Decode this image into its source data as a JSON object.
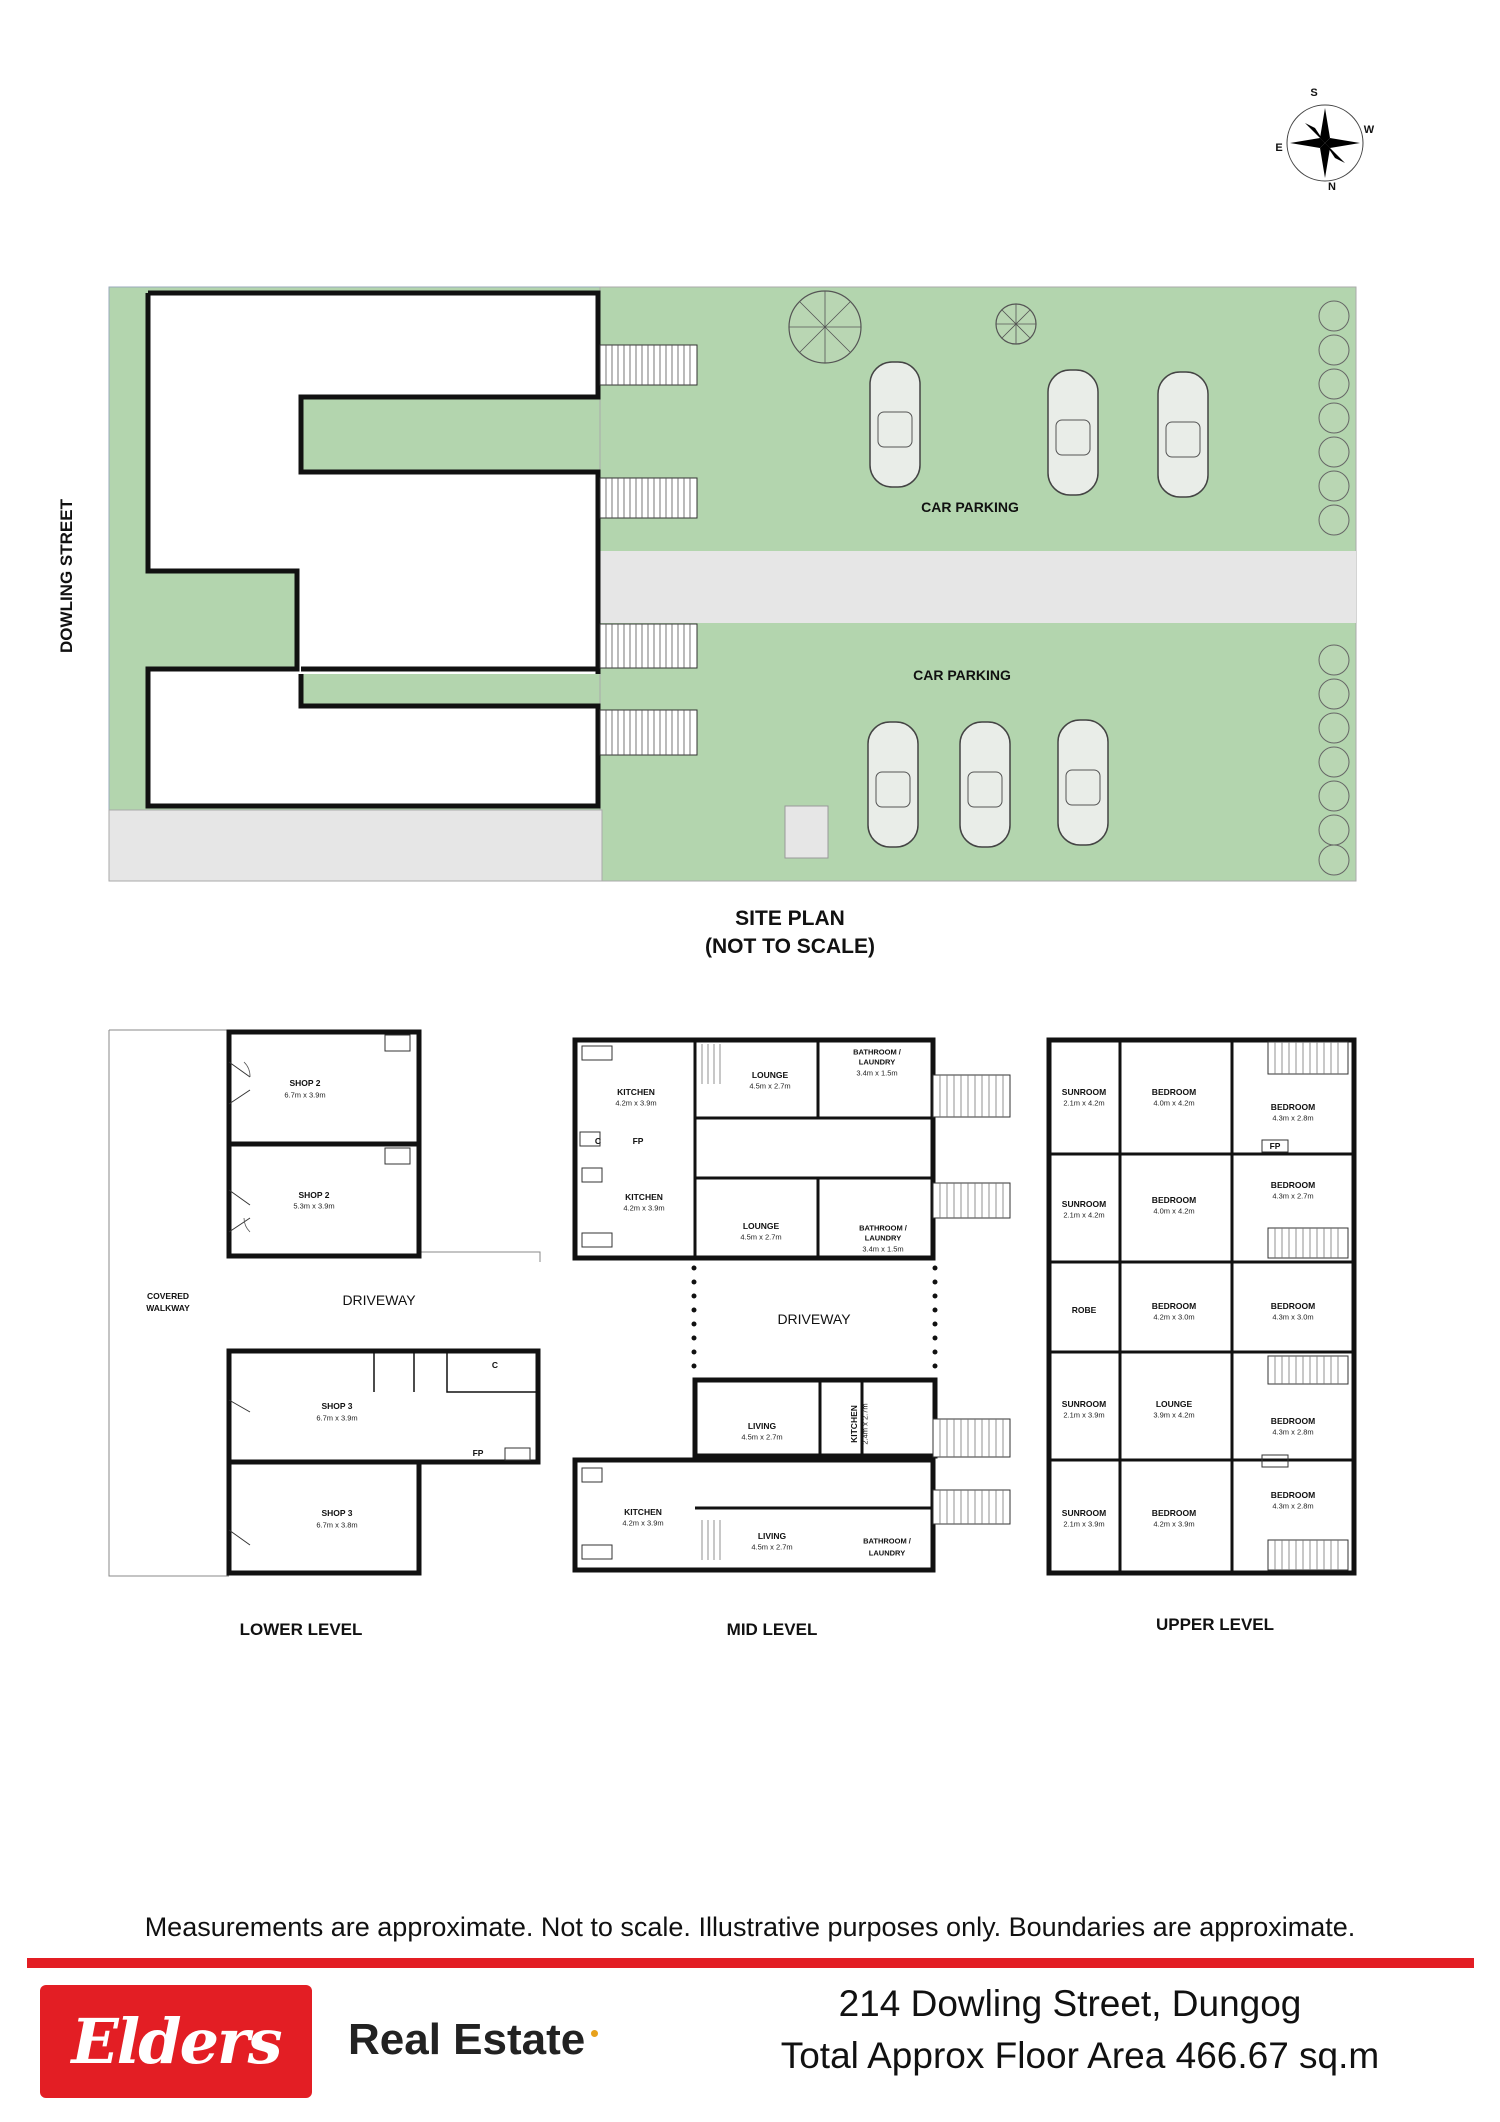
{
  "compass": {
    "n": "N",
    "s": "S",
    "e": "E",
    "w": "W"
  },
  "site_plan": {
    "street": "DOWLING STREET",
    "car_parking_1": "CAR PARKING",
    "car_parking_2": "CAR PARKING",
    "title_line1": "SITE PLAN",
    "title_line2": "(NOT TO SCALE)"
  },
  "lower_level": {
    "title": "LOWER LEVEL",
    "covered_walkway_1": "COVERED",
    "covered_walkway_2": "WALKWAY",
    "driveway": "DRIVEWAY",
    "rooms": [
      {
        "name": "SHOP 2",
        "dim": "6.7m x 3.9m"
      },
      {
        "name": "SHOP 2",
        "dim": "5.3m x 3.9m"
      },
      {
        "name": "SHOP 3",
        "dim": "6.7m x 3.9m"
      },
      {
        "name": "SHOP 3",
        "dim": "6.7m x 3.8m"
      }
    ],
    "c": "C",
    "fp": "FP"
  },
  "mid_level": {
    "title": "MID LEVEL",
    "driveway": "DRIVEWAY",
    "rooms": [
      {
        "name": "KITCHEN",
        "dim": "4.2m x 3.9m"
      },
      {
        "name": "LOUNGE",
        "dim": "4.5m x 2.7m"
      },
      {
        "name": "BATHROOM /",
        "name2": "LAUNDRY",
        "dim": "3.4m x 1.5m"
      },
      {
        "name": "KITCHEN",
        "dim": "4.2m x 3.9m"
      },
      {
        "name": "LOUNGE",
        "dim": "4.5m x 2.7m"
      },
      {
        "name": "BATHROOM /",
        "name2": "LAUNDRY",
        "dim": "3.4m x 1.5m"
      },
      {
        "name": "LIVING",
        "dim": "4.5m x 2.7m"
      },
      {
        "name": "KITCHEN",
        "dim": "2.4m x 2.7m"
      },
      {
        "name": "KITCHEN",
        "dim": "4.2m x 3.9m"
      },
      {
        "name": "LIVING",
        "dim": "4.5m x 2.7m"
      },
      {
        "name": "BATHROOM /",
        "name2": "LAUNDRY",
        "dim": ""
      }
    ],
    "c": "C",
    "fp": "FP"
  },
  "upper_level": {
    "title": "UPPER LEVEL",
    "rooms": [
      {
        "name": "SUNROOM",
        "dim": "2.1m x 4.2m"
      },
      {
        "name": "BEDROOM",
        "dim": "4.0m x 4.2m"
      },
      {
        "name": "BEDROOM",
        "dim": "4.3m x 2.8m"
      },
      {
        "name": "SUNROOM",
        "dim": "2.1m x 4.2m"
      },
      {
        "name": "BEDROOM",
        "dim": "4.0m x 4.2m"
      },
      {
        "name": "BEDROOM",
        "dim": "4.3m x 2.7m"
      },
      {
        "name": "ROBE",
        "dim": ""
      },
      {
        "name": "BEDROOM",
        "dim": "4.2m x 3.0m"
      },
      {
        "name": "BEDROOM",
        "dim": "4.3m x 3.0m"
      },
      {
        "name": "SUNROOM",
        "dim": "2.1m x 3.9m"
      },
      {
        "name": "LOUNGE",
        "dim": "3.9m x 4.2m"
      },
      {
        "name": "BEDROOM",
        "dim": "4.3m x 2.8m"
      },
      {
        "name": "SUNROOM",
        "dim": "2.1m x 3.9m"
      },
      {
        "name": "BEDROOM",
        "dim": "4.2m x 3.9m"
      },
      {
        "name": "BEDROOM",
        "dim": "4.3m x 2.8m"
      }
    ],
    "fp": "FP"
  },
  "disclaimer": "Measurements are approximate. Not to scale. Illustrative purposes only. Boundaries are approximate.",
  "footer": {
    "logo_text": "Elders",
    "brand": "Real Estate",
    "address": "214 Dowling Street, Dungog",
    "area": "Total Approx Floor Area 466.67 sq.m"
  },
  "colors": {
    "grass": "#b3d5ae",
    "driveway": "#e6e6e6",
    "accent_red": "#e31e24",
    "wall": "#111111"
  }
}
